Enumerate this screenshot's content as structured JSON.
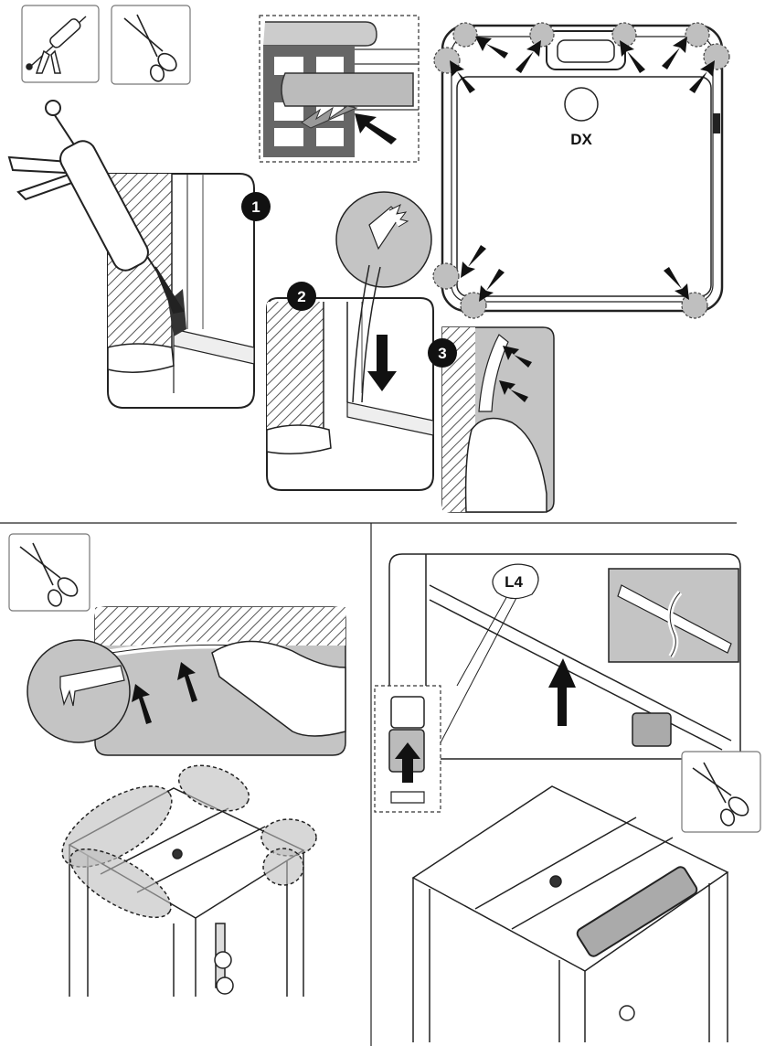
{
  "steps": {
    "one": "1",
    "two": "2",
    "three": "3"
  },
  "labels": {
    "side": "DX",
    "profile": "L4"
  },
  "tools": {
    "top_left_1": "caulking-gun-icon",
    "top_left_2": "scissors-icon",
    "bottom_left": "scissors-icon",
    "bottom_right": "scissors-icon"
  },
  "colors": {
    "hatch": "#555555",
    "panel_gray": "#c8c8c8",
    "dark_gray": "#6e6e6e",
    "arrow": "#111111"
  }
}
